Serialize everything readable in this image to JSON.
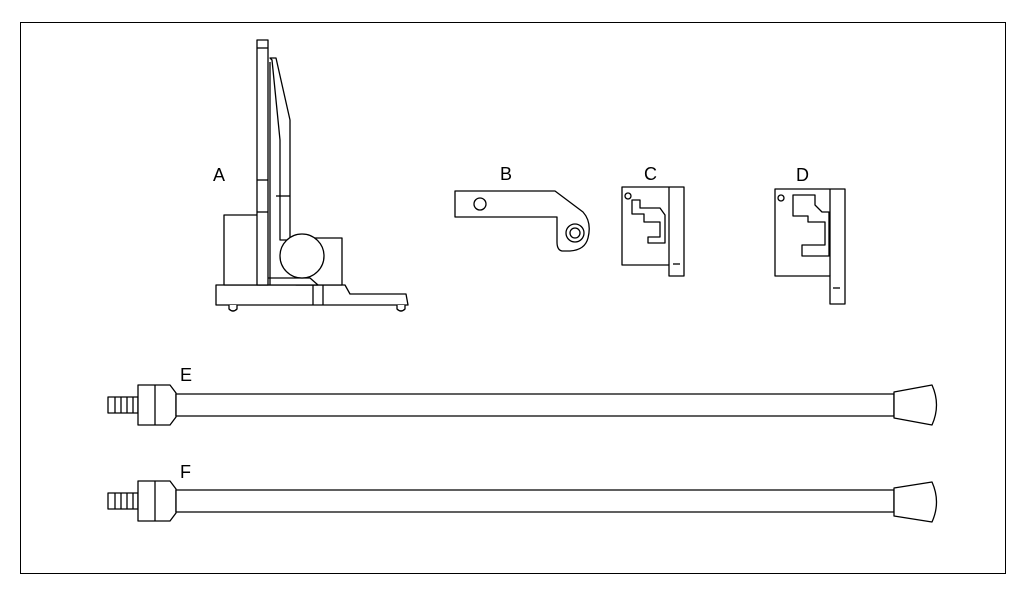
{
  "diagram": {
    "labels": {
      "A": "A",
      "B": "B",
      "C": "C",
      "D": "D",
      "E": "E",
      "F": "F"
    },
    "style": {
      "stroke": "#000000",
      "fill": "#ffffff"
    }
  }
}
